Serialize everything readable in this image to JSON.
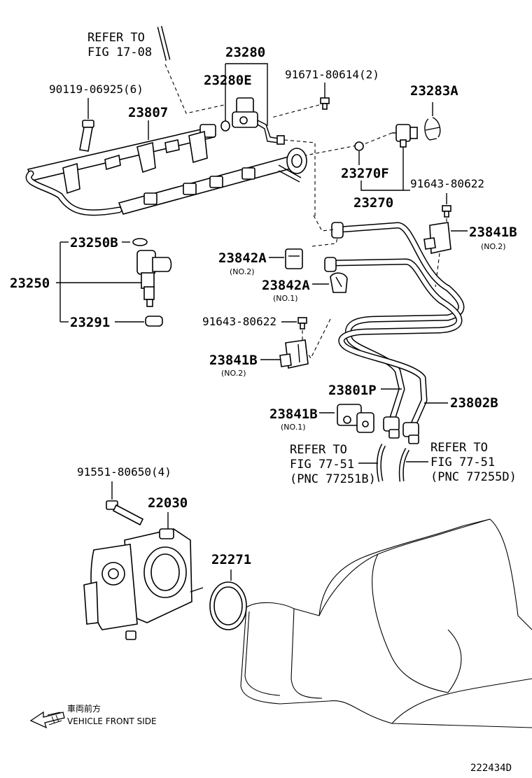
{
  "diagram_id": "222434D",
  "orientation": {
    "text_jp": "車両前方",
    "text_en": "VEHICLE FRONT SIDE",
    "icon": "arrow-left-icon"
  },
  "labels": {
    "refer_top_1": "REFER TO",
    "refer_top_2": "FIG 17-08",
    "p23280": "23280",
    "p23280E": "23280E",
    "p91671": "91671-80614(2)",
    "p23283A": "23283A",
    "p90119": "90119-06925(6)",
    "p23807": "23807",
    "p23270F": "23270F",
    "p23270": "23270",
    "p91643_a": "91643-80622",
    "p23841B_a": "23841B",
    "p23841B_a_sub": "(NO.2)",
    "p23250B": "23250B",
    "p23250": "23250",
    "p23291": "23291",
    "p23842A_a": "23842A",
    "p23842A_a_sub": "(NO.2)",
    "p23842A_b": "23842A",
    "p23842A_b_sub": "(NO.1)",
    "p91643_b": "91643-80622",
    "p23841B_b": "23841B",
    "p23841B_b_sub": "(NO.2)",
    "p23801P": "23801P",
    "p23802B": "23802B",
    "p23841B_c": "23841B",
    "p23841B_c_sub": "(NO.1)",
    "refer_l_1": "REFER TO",
    "refer_l_2": "FIG 77-51",
    "refer_l_3": "(PNC 77251B)",
    "refer_r_1": "REFER TO",
    "refer_r_2": "FIG 77-51",
    "refer_r_3": "(PNC 77255D)",
    "p91551": "91551-80650(4)",
    "p22030": "22030",
    "p22271": "22271"
  }
}
